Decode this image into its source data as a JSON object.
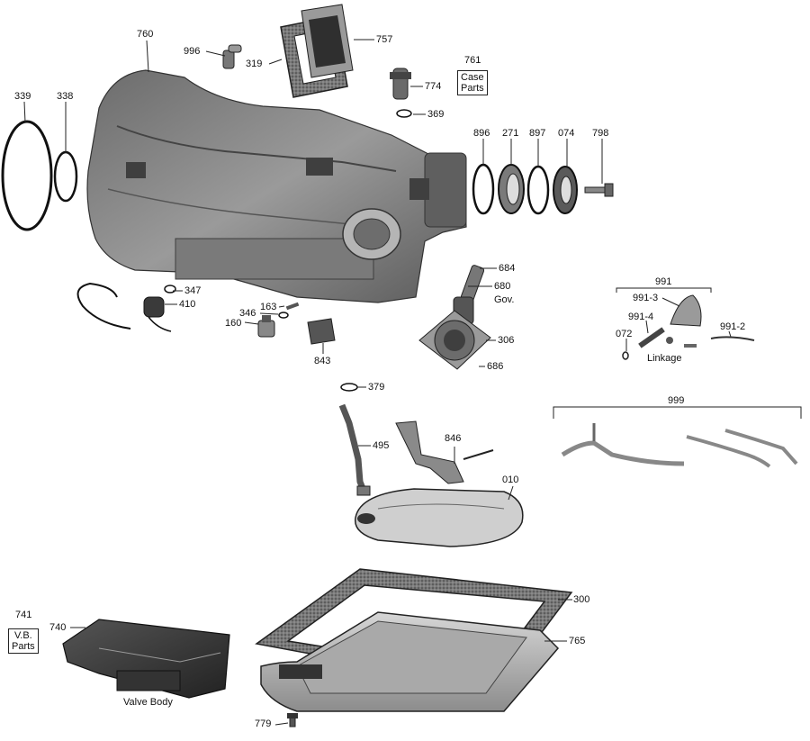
{
  "callouts": {
    "p760": "760",
    "p996": "996",
    "p319": "319",
    "p757": "757",
    "p761": "761",
    "p774": "774",
    "p369": "369",
    "p339": "339",
    "p338": "338",
    "p896": "896",
    "p271": "271",
    "p897": "897",
    "p074": "074",
    "p798": "798",
    "p684": "684",
    "p680": "680",
    "p347": "347",
    "p410": "410",
    "p163": "163",
    "p346": "346",
    "p160": "160",
    "p843": "843",
    "p306": "306",
    "p686": "686",
    "p991": "991",
    "p991_3": "991-3",
    "p991_4": "991-4",
    "p991_2": "991-2",
    "p072": "072",
    "p379": "379",
    "p495": "495",
    "p846": "846",
    "p010": "010",
    "p999": "999",
    "p300": "300",
    "p765": "765",
    "p741": "741",
    "p740": "740",
    "p779": "779"
  },
  "boxes": {
    "case_parts": [
      "Case",
      "Parts"
    ],
    "vb_parts": [
      "V.B.",
      "Parts"
    ]
  },
  "captions": {
    "gov": "Gov.",
    "linkage": "Linkage",
    "valve_body": "Valve Body"
  },
  "colors": {
    "metal_dark": "#4a4a4a",
    "metal_mid": "#8a8a8a",
    "metal_light": "#c8c8c8",
    "leader": "#222222"
  }
}
